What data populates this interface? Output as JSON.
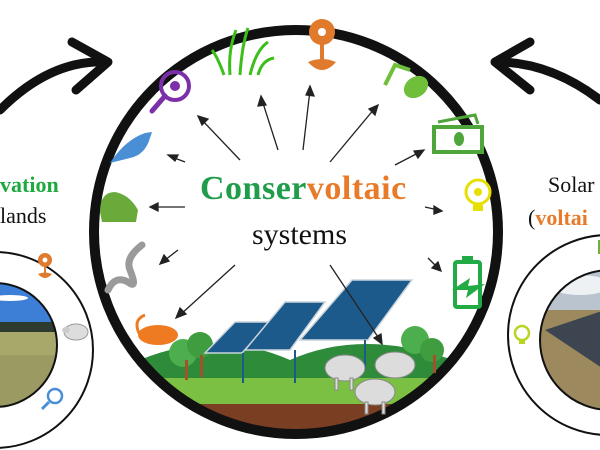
{
  "diagram": {
    "center": {
      "title_part1": "Conser",
      "title_part2": "voltaic",
      "subtitle": "systems",
      "title_part1_color": "#1f9d4a",
      "title_part2_color": "#e87b2a"
    },
    "left_panel": {
      "label_line1": "vation",
      "label_line2": "lands",
      "label_line1_color": "#1faa3f",
      "icons": [
        "flower-icon",
        "sheep-icon",
        "magnifier-bug-icon"
      ]
    },
    "right_panel": {
      "label_line1": "Solar",
      "label_line2_open": "(",
      "label_line2_bold": "voltai",
      "label_line2_color": "#e87b2a",
      "icons": [
        "lightbulb-icon"
      ]
    },
    "benefits": [
      {
        "icon": "magnifier-bug-icon",
        "color": "#7b2fa8"
      },
      {
        "icon": "grass-icon",
        "color": "#3cbf1a"
      },
      {
        "icon": "flower-icon",
        "color": "#e07a2c"
      },
      {
        "icon": "recycle-leaf-icon",
        "color": "#6fbf3a"
      },
      {
        "icon": "money-icon",
        "color": "#4ea63a"
      },
      {
        "icon": "lightbulb-icon",
        "color": "#e6e000"
      },
      {
        "icon": "battery-charge-icon",
        "color": "#22aa44"
      },
      {
        "icon": "bird-icon",
        "color": "#4a8fd6"
      },
      {
        "icon": "frog-icon",
        "color": "#6aaa3a"
      },
      {
        "icon": "snake-icon",
        "color": "#9a9a9a"
      },
      {
        "icon": "rat-icon",
        "color": "#ee7a22"
      }
    ],
    "scene": [
      "solar-panel-array",
      "trees",
      "sheep-group",
      "hills"
    ]
  }
}
